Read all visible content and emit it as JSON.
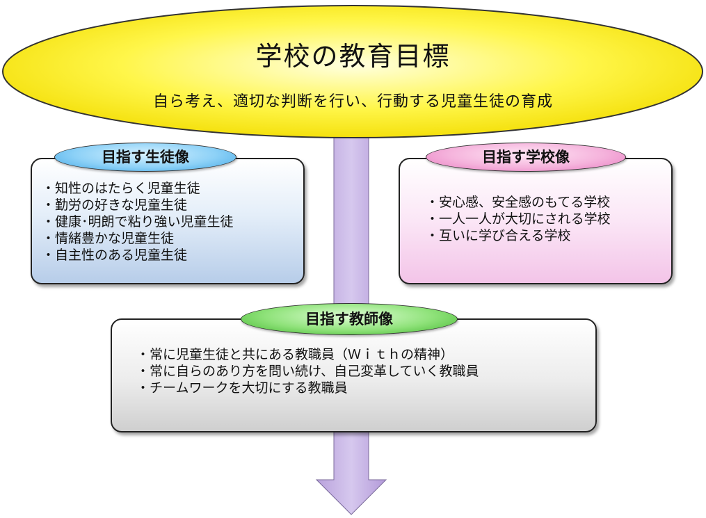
{
  "goal": {
    "title": "学校の教育目標",
    "subtitle": "自ら考え、適切な判断を行い、行動する児童生徒の育成"
  },
  "student_ideal": {
    "title": "目指す生徒像",
    "items": [
      "知性のはたらく児童生徒",
      "勤労の好きな児童生徒",
      "健康･明朗で粘り強い児童生徒",
      "情緒豊かな児童生徒",
      "自主性のある児童生徒"
    ]
  },
  "school_ideal": {
    "title": "目指す学校像",
    "items": [
      "安心感、安全感のもてる学校",
      "一人一人が大切にされる学校",
      "互いに学び合える学校"
    ]
  },
  "teacher_ideal": {
    "title": "目指す教師像",
    "items": [
      "常に児童生徒と共にある教職員（Ｗｉｔｈの精神）",
      "常に自らのあり方を問い続け、自己変革していく教職員",
      "チームワークを大切にする教職員"
    ]
  },
  "colors": {
    "goal_fill": "#fff200",
    "arrow_fill": "#c9b5e6",
    "student_pill": "#6fc3f0",
    "school_pill": "#f29bd2",
    "teacher_pill": "#5cc548"
  }
}
